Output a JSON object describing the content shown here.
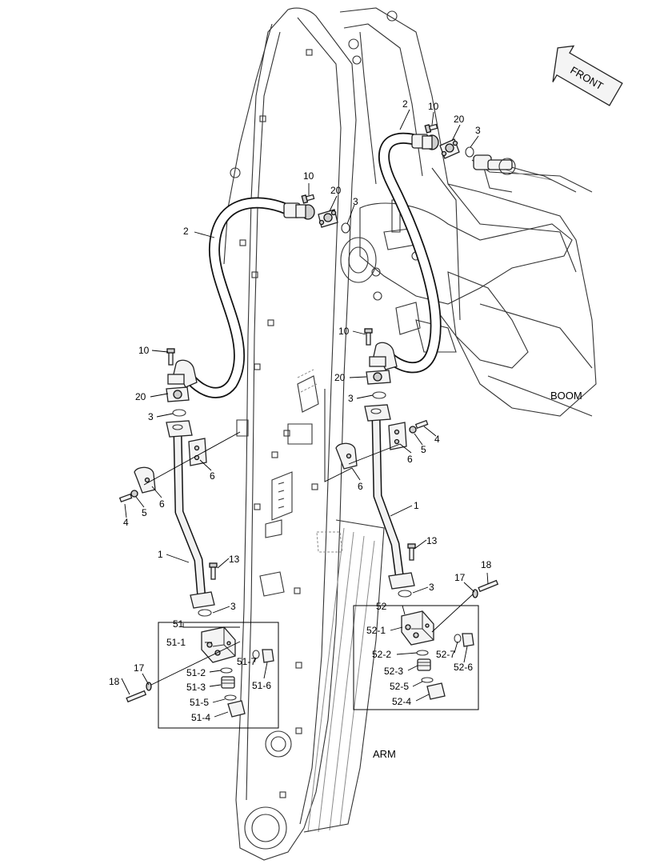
{
  "labels": {
    "front": "FRONT",
    "boom": "BOOM",
    "arm": "ARM"
  },
  "callouts": {
    "c1_left": "1",
    "c1_right": "1",
    "c2_left": "2",
    "c2_right": "2",
    "c3_left_top": "3",
    "c3_left_mid": "3",
    "c3_left_low": "3",
    "c3_right_top": "3",
    "c3_right_mid": "3",
    "c3_right_low": "3",
    "c4_left": "4",
    "c4_right": "4",
    "c5_left": "5",
    "c5_right": "5",
    "c6_left_a": "6",
    "c6_left_b": "6",
    "c6_right_a": "6",
    "c6_right_b": "6",
    "c10_left_top": "10",
    "c10_left_low": "10",
    "c10_right_top": "10",
    "c10_right_low": "10",
    "c13_left": "13",
    "c13_right": "13",
    "c17_left": "17",
    "c17_right": "17",
    "c18_left": "18",
    "c18_right": "18",
    "c20_left_top": "20",
    "c20_left_low": "20",
    "c20_right_top": "20",
    "c20_right_low": "20",
    "g51": "51",
    "g51_1": "51-1",
    "g51_2": "51-2",
    "g51_3": "51-3",
    "g51_4": "51-4",
    "g51_5": "51-5",
    "g51_6": "51-6",
    "g51_7": "51-7",
    "g52": "52",
    "g52_1": "52-1",
    "g52_2": "52-2",
    "g52_3": "52-3",
    "g52_4": "52-4",
    "g52_5": "52-5",
    "g52_6": "52-6",
    "g52_7": "52-7"
  }
}
